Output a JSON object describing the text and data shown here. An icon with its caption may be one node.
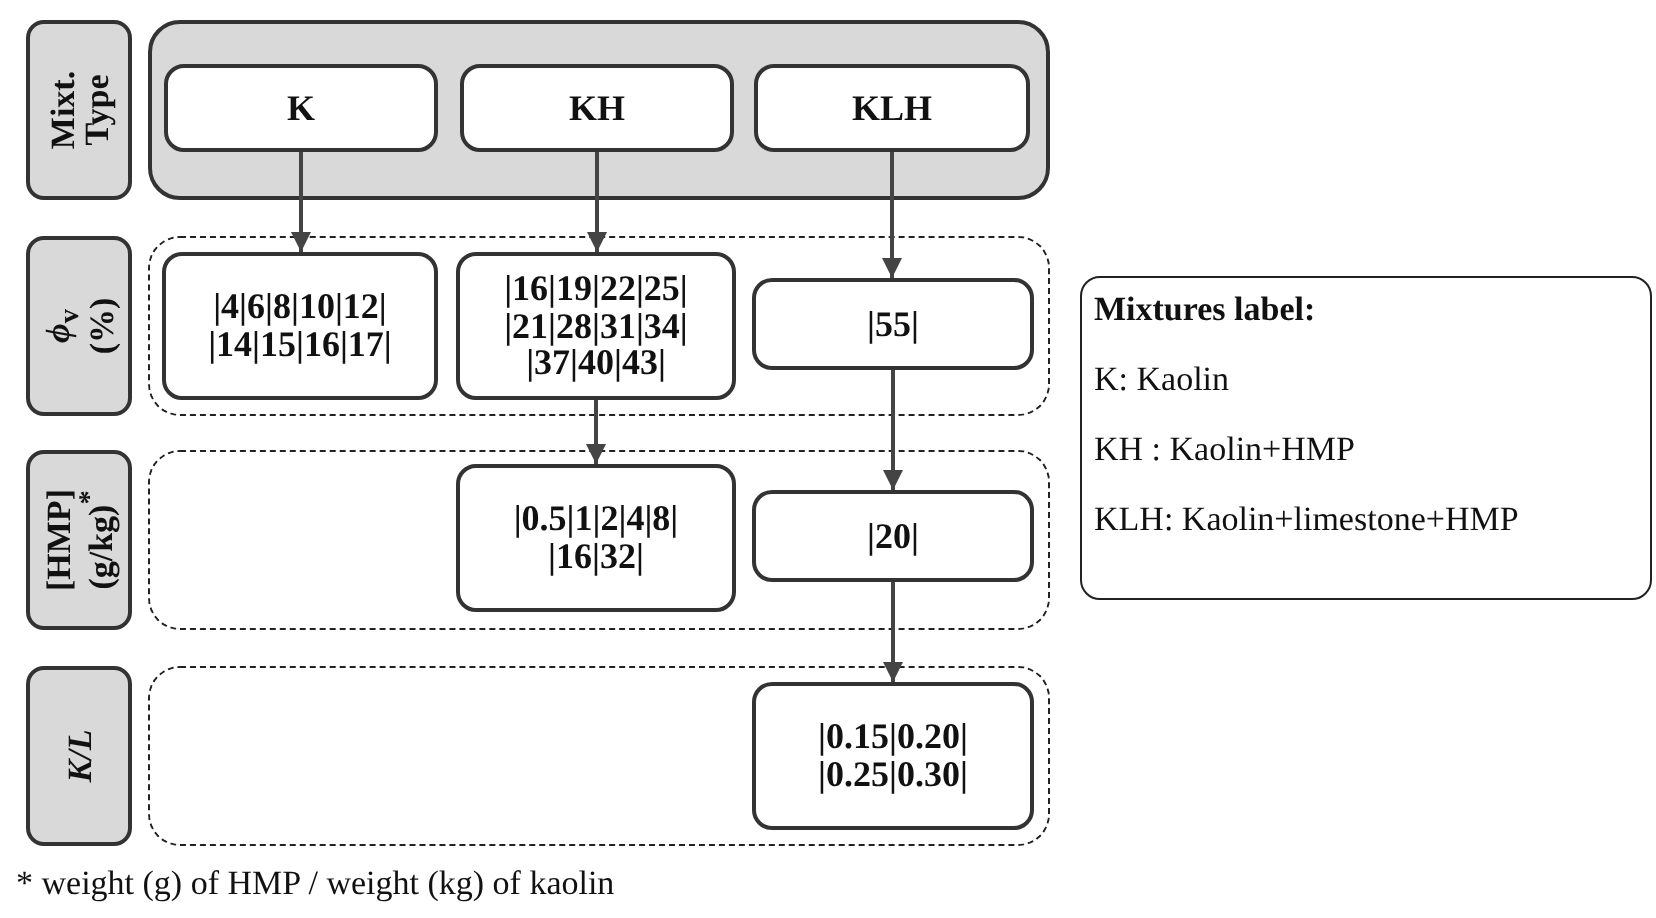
{
  "diagram": {
    "nodes": [
      {
        "text": [
          "Mixt. Type"
        ]
      },
      {
        "text": [],
        "shape": "box"
      },
      {
        "text": [
          "K"
        ],
        "in": 1
      },
      {
        "text": [
          "KH"
        ],
        "in": 1
      },
      {
        "text": [
          "KLH"
        ],
        "in": 1
      },
      {
        "text": [
          "*ϕ*$_{v}$ (%)"
        ]
      },
      {
        "text": [],
        "shape": "box"
      },
      {
        "text": [
          "|4|6|8|10|12| |14|15|16|17|"
        ],
        "in": 6
      },
      {
        "text": [
          "|16|19|22|25| |21|28|31|34| |37|40|43|"
        ],
        "in": 6
      },
      {
        "text": [
          "|55|"
        ],
        "in": 6
      },
      {
        "text": [
          "[HMP] (g/kg)$^{*}$"
        ]
      },
      {
        "text": [],
        "shape": "box"
      },
      {
        "text": [
          "|0.5|1|2|4|8| |16|32|"
        ],
        "in": 11
      },
      {
        "text": [
          "|20|"
        ],
        "in": 11
      },
      {
        "text": [
          "K/L"
        ]
      },
      {
        "text": [],
        "shape": "box"
      },
      {
        "text": [
          "|0.15|0.20| |0.25|0.30|"
        ],
        "in": 15
      },
      {
        "text": [
          "Mixtures label:",
          "K: Kaolin",
          "KH : Kaolin+HMP",
          "KLH: Kaolin+limestone+HMP"
        ]
      }
    ],
    "edges": [
      {
        "from": 2,
        "to": 7,
        "arrow": "to"
      },
      {
        "from": 3,
        "to": 8,
        "arrow": "to"
      },
      {
        "from": 4,
        "to": 9,
        "arrow": "to"
      },
      {
        "from": 8,
        "to": 12,
        "arrow": "to"
      },
      {
        "from": 9,
        "to": 13,
        "arrow": "to"
      },
      {
        "from": 13,
        "to": 16,
        "arrow": "to"
      }
    ],
    "labels": [
      "* weight (g) of HMP / weight (kg) of kaolin"
    ]
  }
}
